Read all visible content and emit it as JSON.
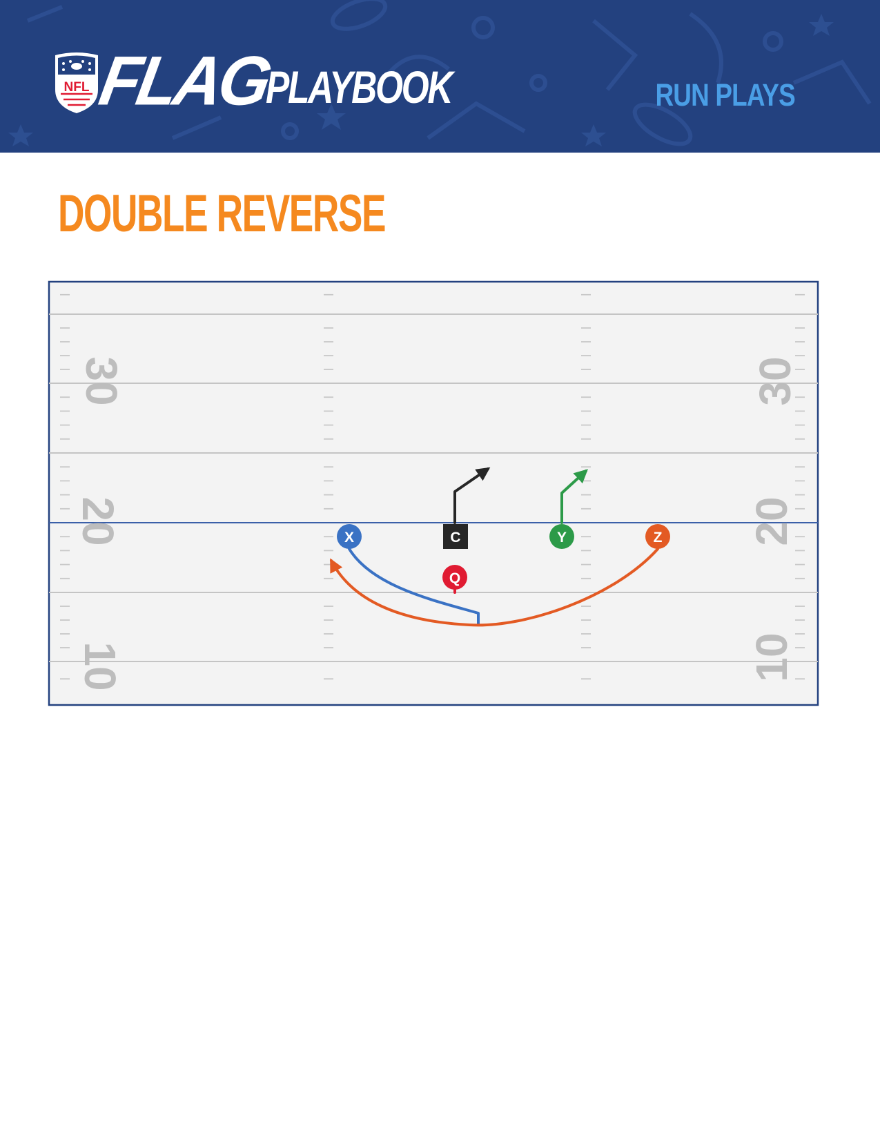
{
  "header": {
    "brand_wordmark": "FLAG",
    "brand_subtitle": "PLAYBOOK",
    "section_label": "RUN PLAYS",
    "logo_text": "NFL",
    "background_color": "#23417f"
  },
  "play": {
    "title": "DOUBLE REVERSE"
  },
  "field": {
    "yard_numbers_left": [
      "30",
      "20",
      "10"
    ],
    "yard_numbers_right": [
      "30",
      "20",
      "10"
    ],
    "line_of_scrimmage_color": "#3a5fa8",
    "border_color": "#23417f"
  },
  "players": [
    {
      "id": "X",
      "label": "X",
      "shape": "circle",
      "color": "#3a72c4"
    },
    {
      "id": "C",
      "label": "C",
      "shape": "square",
      "color": "#262626"
    },
    {
      "id": "Y",
      "label": "Y",
      "shape": "circle",
      "color": "#2c9a48"
    },
    {
      "id": "Z",
      "label": "Z",
      "shape": "circle",
      "color": "#e35a23"
    },
    {
      "id": "Q",
      "label": "Q",
      "shape": "circle",
      "color": "#e01b32"
    }
  ]
}
